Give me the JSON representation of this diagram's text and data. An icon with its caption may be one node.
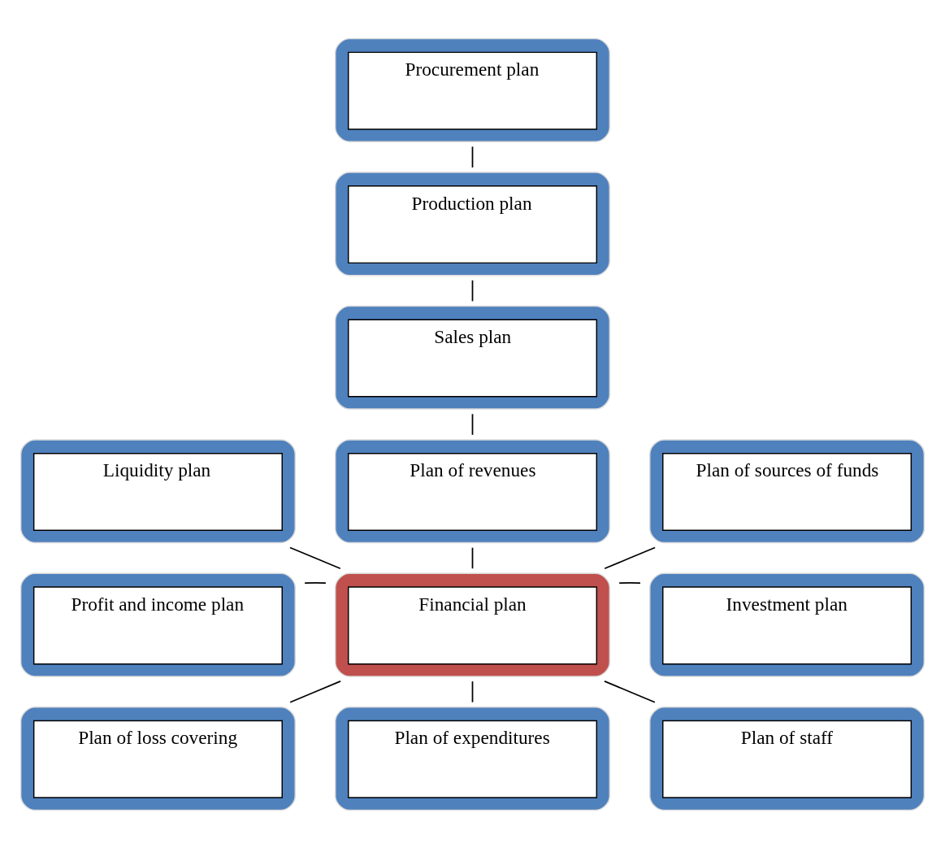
{
  "diagram": {
    "nodes": [
      {
        "text": [
          "Procurement plan"
        ]
      },
      {
        "text": [
          "Production plan"
        ]
      },
      {
        "text": [
          "Sales plan"
        ]
      },
      {
        "text": [
          "Liquidity plan"
        ]
      },
      {
        "text": [
          "Plan of revenues"
        ]
      },
      {
        "text": [
          "Plan of sources of funds"
        ]
      },
      {
        "text": [
          "Profit and income plan"
        ]
      },
      {
        "text": [
          "Financial plan"
        ]
      },
      {
        "text": [
          "Investment plan"
        ]
      },
      {
        "text": [
          "Plan of loss covering"
        ]
      },
      {
        "text": [
          "Plan of expenditures"
        ]
      },
      {
        "text": [
          "Plan of staff"
        ]
      }
    ],
    "edges": [
      {
        "from": 0,
        "to": 1,
        "arrow": "none"
      },
      {
        "from": 1,
        "to": 2,
        "arrow": "none"
      },
      {
        "from": 2,
        "to": 4,
        "arrow": "none"
      },
      {
        "from": 4,
        "to": 7,
        "arrow": "none"
      },
      {
        "from": 7,
        "to": 10,
        "arrow": "none"
      },
      {
        "from": 3,
        "to": 7,
        "arrow": "none"
      },
      {
        "from": 6,
        "to": 7,
        "arrow": "none"
      },
      {
        "from": 9,
        "to": 7,
        "arrow": "none"
      },
      {
        "from": 5,
        "to": 7,
        "arrow": "none"
      },
      {
        "from": 8,
        "to": 7,
        "arrow": "none"
      },
      {
        "from": 11,
        "to": 7,
        "arrow": "none"
      }
    ]
  }
}
